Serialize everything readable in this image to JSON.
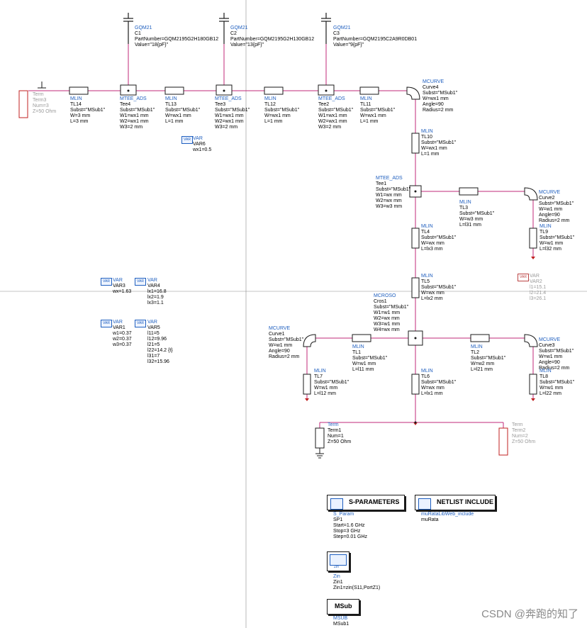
{
  "watermark": "CSDN @奔跑的知了",
  "components": {
    "c1": {
      "type": "GQM21",
      "name": "C1",
      "params": [
        "PartNumber=GQM2195G2H180GB12",
        "Value=\"18{pF}\""
      ]
    },
    "c2": {
      "type": "GQM21",
      "name": "C2",
      "params": [
        "PartNumber=GQM2195G2H130GB12",
        "Value=\"13{pF}\""
      ]
    },
    "c3": {
      "type": "GQM21",
      "name": "C3",
      "params": [
        "PartNumber=GQM2195C2A9R0DB01",
        "Value=\"9{pF}\""
      ]
    },
    "term3": {
      "type": "Term",
      "name": "Term3",
      "params": [
        "Num=3",
        "Z=50 Ohm"
      ]
    },
    "tl14": {
      "type": "MLIN",
      "name": "TL14",
      "params": [
        "Subst=\"MSub1\"",
        "W=3 mm",
        "L=3 mm"
      ]
    },
    "tee4": {
      "type": "MTEE_ADS",
      "name": "Tee4",
      "params": [
        "Subst=\"MSub1\"",
        "W1=wx1 mm",
        "W2=wx1 mm",
        "W3=2 mm"
      ]
    },
    "tl13": {
      "type": "MLIN",
      "name": "TL13",
      "params": [
        "Subst=\"MSub1\"",
        "W=wx1 mm",
        "L=1 mm"
      ]
    },
    "tee3": {
      "type": "MTEE_ADS",
      "name": "Tee3",
      "params": [
        "Subst=\"MSub1\"",
        "W1=wx1 mm",
        "W2=wx1 mm",
        "W3=2 mm"
      ]
    },
    "tl12": {
      "type": "MLIN",
      "name": "TL12",
      "params": [
        "Subst=\"MSub1\"",
        "W=wx1 mm",
        "L=1 mm"
      ]
    },
    "tee2": {
      "type": "MTEE_ADS",
      "name": "Tee2",
      "params": [
        "Subst=\"MSub1\"",
        "W1=wx1 mm",
        "W2=wx1 mm",
        "W3=2 mm"
      ]
    },
    "tl11": {
      "type": "MLIN",
      "name": "TL11",
      "params": [
        "Subst=\"MSub1\"",
        "W=wx1 mm",
        "L=1 mm"
      ]
    },
    "curve4": {
      "type": "MCURVE",
      "name": "Curve4",
      "params": [
        "Subst=\"MSub1\"",
        "W=wx1 mm",
        "Angle=90",
        "Radius=2 mm"
      ]
    },
    "var6": {
      "type": "VAR",
      "name": "VAR6",
      "params": [
        "wx1=0.5"
      ]
    },
    "tl10": {
      "type": "MLIN",
      "name": "TL10",
      "params": [
        "Subst=\"MSub1\"",
        "W=wx1 mm",
        "L=1 mm"
      ]
    },
    "tee1": {
      "type": "MTEE_ADS",
      "name": "Tee1",
      "params": [
        "Subst=\"MSub1\"",
        "W1=wx mm",
        "W2=wx mm",
        "W3=w3 mm"
      ]
    },
    "tl3": {
      "type": "MLIN",
      "name": "TL3",
      "params": [
        "Subst=\"MSub1\"",
        "W=w3 mm",
        "L=l31 mm"
      ]
    },
    "curve2": {
      "type": "MCURVE",
      "name": "Curve2",
      "params": [
        "Subst=\"MSub1\"",
        "W=w1 mm",
        "Angle=90",
        "Radius=2 mm"
      ]
    },
    "tl9": {
      "type": "MLIN",
      "name": "TL9",
      "params": [
        "Subst=\"MSub1\"",
        "W=w1 mm",
        "L=l32 mm"
      ]
    },
    "tl4": {
      "type": "MLIN",
      "name": "TL4",
      "params": [
        "Subst=\"MSub1\"",
        "W=wx mm",
        "L=lx3 mm"
      ]
    },
    "tl5": {
      "type": "MLIN",
      "name": "TL5",
      "params": [
        "Subst=\"MSub1\"",
        "W=wx mm",
        "L=lx2 mm"
      ]
    },
    "var2": {
      "type": "VAR",
      "name": "VAR2",
      "params": [
        "l1=15.1",
        "l2=21.4",
        "l3=26.1"
      ]
    },
    "var3": {
      "type": "VAR",
      "name": "VAR3",
      "params": [
        "wx=1.63"
      ]
    },
    "var4": {
      "type": "VAR",
      "name": "VAR4",
      "params": [
        "lx1=16.8",
        "lx2=1.9",
        "lx3=1.1"
      ]
    },
    "var1": {
      "type": "VAR",
      "name": "VAR1",
      "params": [
        "w1=0.37",
        "w2=0.37",
        "w3=0.37"
      ]
    },
    "var5": {
      "type": "VAR",
      "name": "VAR5",
      "params": [
        "l11=5",
        "l12=9.96",
        "l21=5",
        "l22=14.2 {t}",
        "l31=7",
        "l32=15.96"
      ]
    },
    "cros1": {
      "type": "MCROSO",
      "name": "Cros1",
      "params": [
        "Subst=\"MSub1\"",
        "W1=w1 mm",
        "W2=wx mm",
        "W3=w1 mm",
        "W4=wx mm"
      ]
    },
    "curve1": {
      "type": "MCURVE",
      "name": "Curve1",
      "params": [
        "Subst=\"MSub1\"",
        "W=w1 mm",
        "Angle=90",
        "Radius=2 mm"
      ]
    },
    "tl1": {
      "type": "MLIN",
      "name": "TL1",
      "params": [
        "Subst=\"MSub1\"",
        "W=w1 mm",
        "L=l11 mm"
      ]
    },
    "tl2": {
      "type": "MLIN",
      "name": "TL2",
      "params": [
        "Subst=\"MSub1\"",
        "W=w2 mm",
        "L=l21 mm"
      ]
    },
    "curve3": {
      "type": "MCURVE",
      "name": "Curve3",
      "params": [
        "Subst=\"MSub1\"",
        "W=w1 mm",
        "Angle=90",
        "Radius=2 mm"
      ]
    },
    "tl7": {
      "type": "MLIN",
      "name": "TL7",
      "params": [
        "Subst=\"MSub1\"",
        "W=w1 mm",
        "L=l12 mm"
      ]
    },
    "tl6": {
      "type": "MLIN",
      "name": "TL6",
      "params": [
        "Subst=\"MSub1\"",
        "W=wx mm",
        "L=lx1 mm"
      ]
    },
    "tl8": {
      "type": "MLIN",
      "name": "TL8",
      "params": [
        "Subst=\"MSub1\"",
        "W=w1 mm",
        "L=l22 mm"
      ]
    },
    "term1": {
      "type": "Term",
      "name": "Term1",
      "params": [
        "Num=1",
        "Z=50 Ohm"
      ]
    },
    "term2": {
      "type": "Term",
      "name": "Term2",
      "params": [
        "Num=2",
        "Z=50 Ohm"
      ]
    },
    "sp1": {
      "type": "S_Param",
      "name": "SP1",
      "params": [
        "Start=1.6 GHz",
        "Stop=3 GHz",
        "Step=0.01 GHz"
      ]
    },
    "netlist": {
      "type": "muRataLibWeb_include",
      "name": "muRata",
      "params": []
    },
    "zin1": {
      "type": "Zin",
      "name": "Zin1",
      "params": [
        "Zin1=zin(S11,PortZ1)"
      ]
    },
    "msub": {
      "type": "MSUB",
      "name": "MSub1",
      "params": []
    }
  },
  "controllers": {
    "sparam_title": "S-PARAMETERS",
    "netlist_title": "NETLIST INCLUDE",
    "zin_icon": "Zin",
    "msub_title": "MSub",
    "var_icon": "VAR"
  }
}
